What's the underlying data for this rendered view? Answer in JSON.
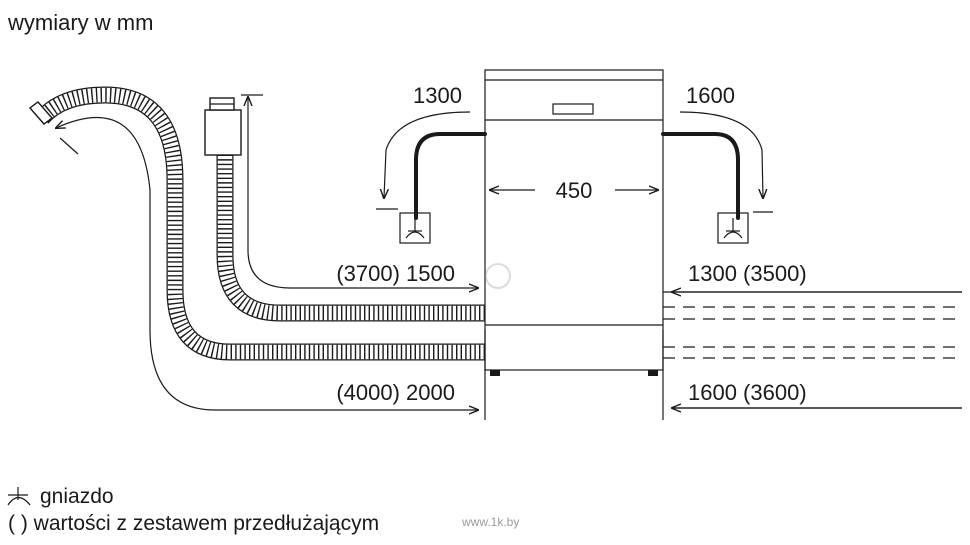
{
  "title": "wymiary w mm",
  "dimensions": {
    "top_left": "1300",
    "top_right": "1600",
    "width": "450",
    "mid_left": "(3700) 1500",
    "mid_right": "1300 (3500)",
    "bottom_left": "(4000) 2000",
    "bottom_right": "1600 (3600)"
  },
  "legend": {
    "socket": "gniazdo",
    "extension": "( ) wartości z zestawem przedłużającym"
  },
  "watermark": "www.1k.by",
  "icons": {
    "socket": "socket-icon",
    "drain_hose": "drain-hose-icon",
    "inlet_hose": "inlet-hose-icon",
    "dishwasher": "dishwasher-outline-icon"
  }
}
